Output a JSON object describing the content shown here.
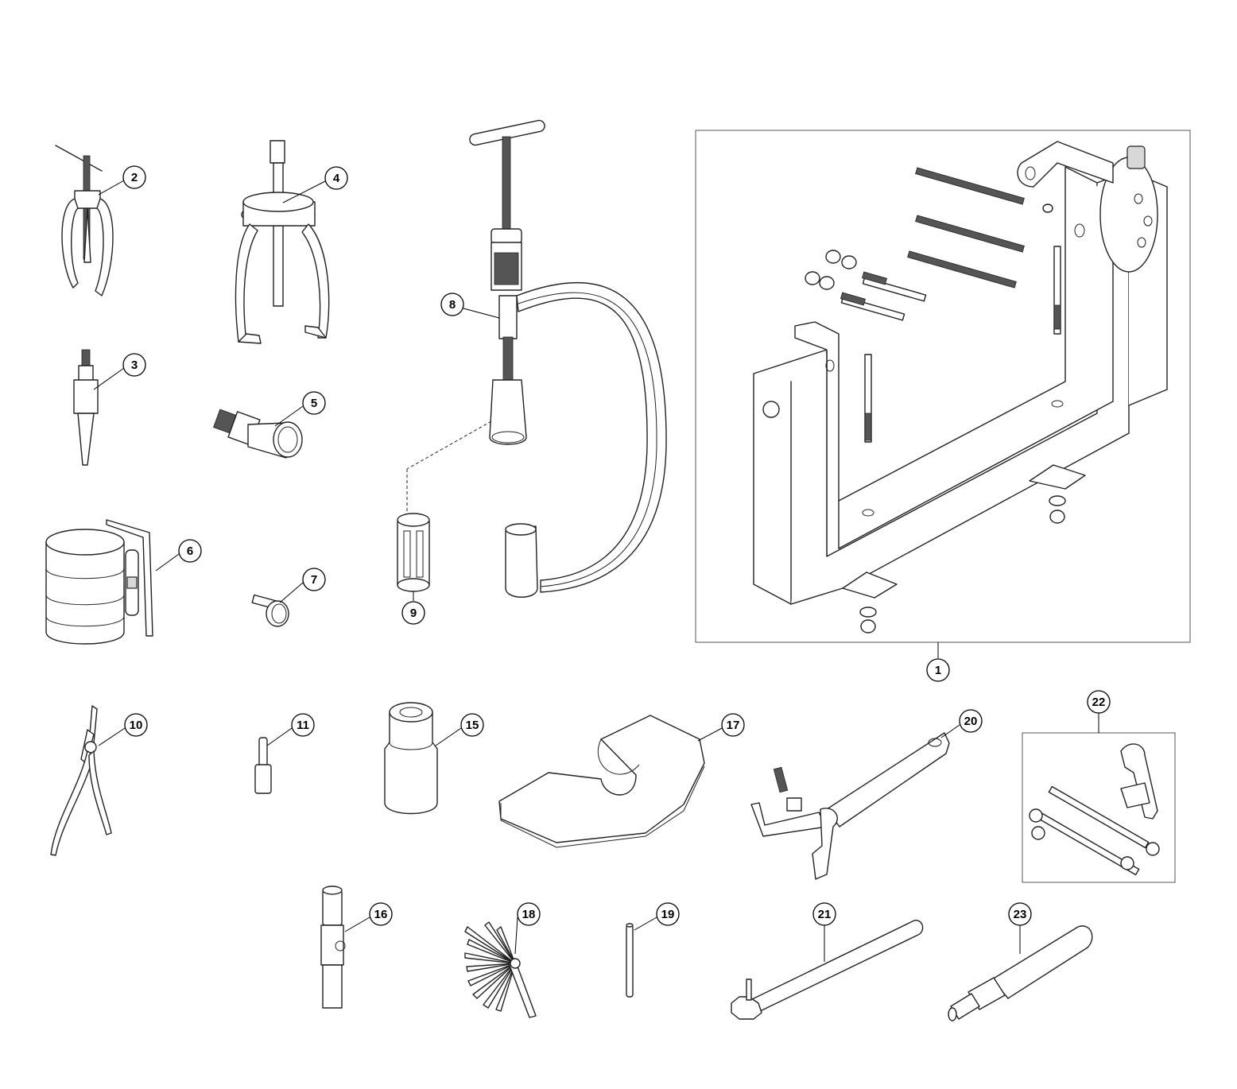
{
  "callouts": {
    "c1": "1",
    "c2": "2",
    "c3": "3",
    "c4": "4",
    "c5": "5",
    "c6": "6",
    "c7": "7",
    "c8": "8",
    "c9": "9",
    "c10": "10",
    "c11": "11",
    "c15": "15",
    "c16": "16",
    "c17": "17",
    "c18": "18",
    "c19": "19",
    "c20": "20",
    "c21": "21",
    "c22": "22",
    "c23": "23"
  },
  "colors": {
    "line": "#222222",
    "frame": "#555555",
    "background": "#ffffff"
  }
}
